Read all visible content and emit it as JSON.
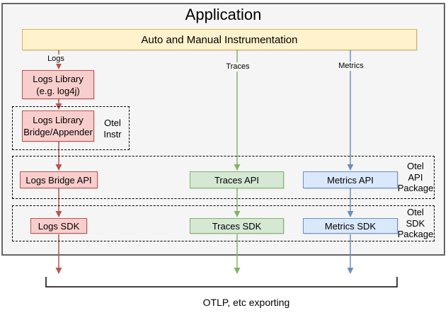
{
  "app": {
    "title": "Application"
  },
  "instrumentation": {
    "label": "Auto and Manual Instrumentation"
  },
  "signals": {
    "logs": {
      "label": "Logs"
    },
    "traces": {
      "label": "Traces"
    },
    "metrics": {
      "label": "Metrics"
    }
  },
  "logs_pipeline": {
    "library": {
      "line1": "Logs Library",
      "line2": "(e.g. log4j)"
    },
    "bridge": {
      "line1": "Logs Library",
      "line2": "Bridge/Appender"
    }
  },
  "groups": {
    "otel_instr": {
      "line1": "Otel",
      "line2": "Instr"
    },
    "otel_api": {
      "line1": "Otel",
      "line2": "API",
      "line3": "Package"
    },
    "otel_sdk": {
      "line1": "Otel",
      "line2": "SDK",
      "line3": "Package"
    }
  },
  "api_boxes": {
    "logs": "Logs Bridge API",
    "traces": "Traces API",
    "metrics": "Metrics API"
  },
  "sdk_boxes": {
    "logs": "Logs SDK",
    "traces": "Traces SDK",
    "metrics": "Metrics SDK"
  },
  "export": {
    "label": "OTLP, etc exporting"
  },
  "colors": {
    "app_fill": "#F5F5F5",
    "app_stroke": "#666666",
    "instrumentation_fill": "#FFF2CC",
    "instrumentation_stroke": "#D6B656",
    "logs_fill": "#F8CECC",
    "logs_stroke": "#B85450",
    "traces_fill": "#D5E8D4",
    "traces_stroke": "#82B366",
    "metrics_fill": "#DAE8FC",
    "metrics_stroke": "#6C8EBF"
  }
}
